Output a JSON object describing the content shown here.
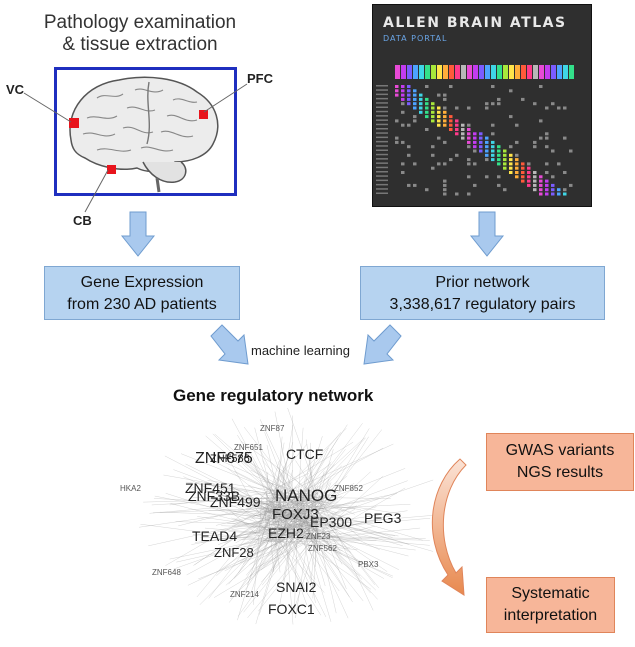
{
  "brain_panel": {
    "title_line1": "Pathology examination",
    "title_line2": "& tissue extraction",
    "labels": {
      "vc": "VC",
      "pfc": "PFC",
      "cb": "CB"
    }
  },
  "atlas_panel": {
    "title": "ALLEN BRAIN ATLAS",
    "subtitle": "DATA PORTAL"
  },
  "gene_expression_box": {
    "line1": "Gene Expression",
    "line2": "from 230  AD patients"
  },
  "prior_network_box": {
    "line1": "Prior network",
    "line2": "3,338,617  regulatory pairs"
  },
  "method_label": "machine learning",
  "network": {
    "title": "Gene regulatory network",
    "genes_large": [
      "NANOG",
      "FOXJ3",
      "ZNF675",
      "ZNF586",
      "ZNF451",
      "ZNF33B",
      "ZNF499",
      "CTCF",
      "EP300",
      "EZH2",
      "TEAD4",
      "ZNF28",
      "PEG3",
      "SNAI2",
      "FOXC1"
    ],
    "genes_small": [
      "ZNF651",
      "ZNF852",
      "HKA2",
      "ZNF562",
      "ZNF648",
      "PBX3",
      "ZNF214",
      "ZNF23",
      "ZNF87"
    ]
  },
  "gwas_box": {
    "line1": "GWAS variants",
    "line2": "NGS results"
  },
  "systematic_box": {
    "line1": "Systematic",
    "line2": "interpretation"
  },
  "colors": {
    "box_blue": "#b6d3f0",
    "box_orange": "#f7b699",
    "arrow_blue": "#a9c9ee",
    "frame_blue": "#1f2fbf",
    "region_red": "#e8141c"
  }
}
